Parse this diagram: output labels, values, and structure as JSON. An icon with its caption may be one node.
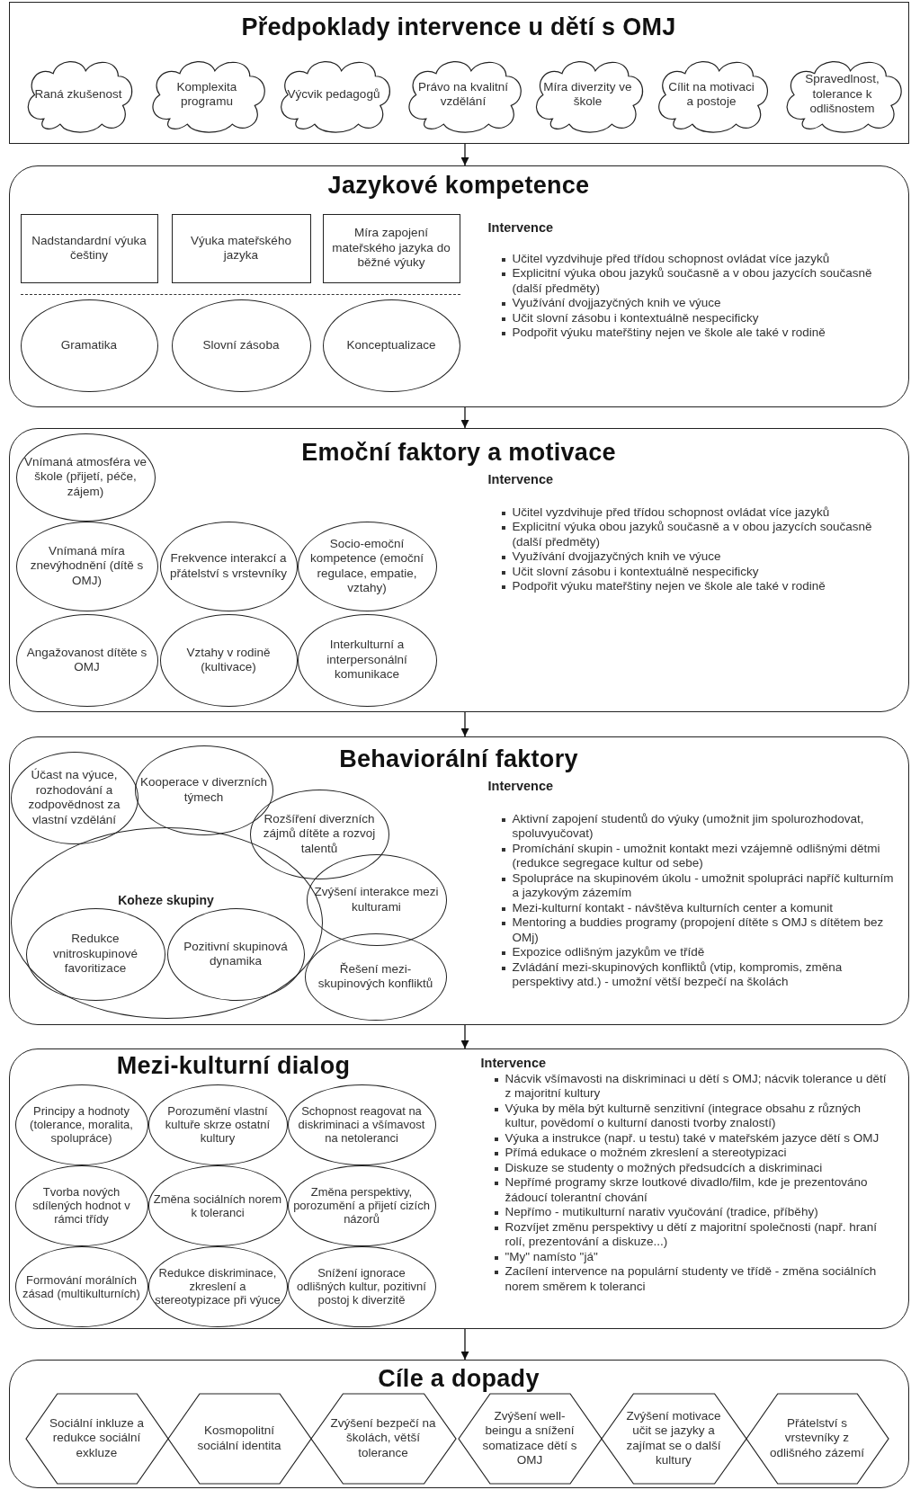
{
  "diagram": {
    "nodes": [
      {
        "text": [
          "Předpoklady intervence u dětí s OMJ"
        ]
      },
      {
        "text": [
          "Raná zkušenost"
        ],
        "in": 0
      },
      {
        "text": [
          "Komplexita programu"
        ],
        "in": 0
      },
      {
        "text": [
          "Výcvik pedagogů"
        ],
        "in": 0
      },
      {
        "text": [
          "Právo na kvalitní vzdělání"
        ],
        "in": 0
      },
      {
        "text": [
          "Míra diverzity ve škole"
        ],
        "in": 0
      },
      {
        "text": [
          "Cílit na motivaci a postoje"
        ],
        "in": 0
      },
      {
        "text": [
          "Spravedlnost, tolerance k odlišnostem"
        ],
        "in": 0
      },
      {
        "text": [
          "Jazykové kompetence",
          "Intervence",
          "Učitel vyzdvihuje před třídou schopnost ovládat více jazyků",
          "Explicitní výuka obou jazyků současně a v obou jazycích současně (další předměty)",
          "Využívání dvojjazyčných knih ve výuce",
          "Učit slovní zásobu i kontextuálně nespecificky",
          "Podpořit výuku mateřštiny nejen ve škole ale také v rodině"
        ]
      },
      {
        "text": [
          "Nadstandardní výuka češtiny"
        ],
        "in": 8
      },
      {
        "text": [
          "Výuka mateřského jazyka"
        ],
        "in": 8
      },
      {
        "text": [
          "Míra zapojení mateřského jazyka do běžné výuky"
        ],
        "in": 8
      },
      {
        "text": [
          "Gramatika"
        ],
        "in": 8
      },
      {
        "text": [
          "Slovní zásoba"
        ],
        "in": 8
      },
      {
        "text": [
          "Konceptualizace"
        ],
        "in": 8
      },
      {
        "text": [
          "Emoční faktory a motivace",
          "Intervence",
          "Učitel vyzdvihuje před třídou schopnost ovládat více jazyků",
          "Explicitní výuka obou jazyků současně a v obou jazycích současně (další předměty)",
          "Využívání dvojjazyčných knih ve výuce",
          "Učit slovní zásobu i kontextuálně nespecificky",
          "Podpořit výuku mateřštiny nejen ve škole ale také v rodině"
        ]
      },
      {
        "text": [
          "Vnímaná atmosféra ve škole (přijetí, péče, zájem)"
        ],
        "in": 15
      },
      {
        "text": [
          "Vnímaná míra znevýhodnění (dítě s OMJ)"
        ],
        "in": 15
      },
      {
        "text": [
          "Frekvence interakcí a přátelství s vrstevníky"
        ],
        "in": 15
      },
      {
        "text": [
          "Socio-emoční kompetence (emoční regulace, empatie, vztahy)"
        ],
        "in": 15
      },
      {
        "text": [
          "Angažovanost dítěte s OMJ"
        ],
        "in": 15
      },
      {
        "text": [
          "Vztahy v rodině (kultivace)"
        ],
        "in": 15
      },
      {
        "text": [
          "Interkulturní a interpersonální komunikace"
        ],
        "in": 15
      },
      {
        "text": [
          "Behaviorální faktory",
          "Intervence",
          "Aktivní zapojení studentů do výuky (umožnit jim spolurozhodovat, spoluvyučovat)",
          "Promíchání skupin - umožnit kontakt mezi vzájemně odlišnými dětmi (redukce segregace kultur od sebe)",
          "Spolupráce na skupinovém úkolu - umožnit spolupráci napříč kulturním a jazykovým zázemím",
          "Mezi-kulturní kontakt - návštěva kulturních center a komunit",
          "Mentoring a buddies programy (propojení dítěte s OMJ s dítětem bez OMj)",
          "Expozice odlišným jazykům ve třídě",
          "Zvládání mezi-skupinových konfliktů (vtip, kompromis, změna perspektivy atd.) - umožní větší bezpečí na školách"
        ]
      },
      {
        "text": [
          "Účast na výuce, rozhodování a zodpovědnost za vlastní vzdělání"
        ],
        "in": 23
      },
      {
        "text": [
          "Kooperace v diverzních týmech"
        ],
        "in": 23
      },
      {
        "text": [
          "Rozšíření diverzních zájmů dítěte a rozvoj talentů"
        ],
        "in": 23
      },
      {
        "text": [
          "Koheze skupiny"
        ],
        "in": 23
      },
      {
        "text": [
          "Redukce vnitroskupinové favoritizace"
        ],
        "in": 27
      },
      {
        "text": [
          "Pozitivní skupinová dynamika"
        ],
        "in": 27
      },
      {
        "text": [
          "Zvýšení interakce mezi kulturami"
        ],
        "in": 23
      },
      {
        "text": [
          "Řešení mezi-skupinových konfliktů"
        ],
        "in": 23
      },
      {
        "text": [
          "Mezi-kulturní dialog",
          "Intervence",
          "Nácvik všímavosti na diskriminaci u dětí s OMJ; nácvik tolerance u dětí z majoritní kultury",
          "Výuka by měla být kulturně senzitivní (integrace obsahu z různých kultur, povědomí o kulturní danosti tvorby znalostí)",
          "Výuka a instrukce (např. u testu) také v mateřském jazyce dětí s OMJ",
          "Přímá edukace o možném zkreslení a stereotypizaci",
          "Diskuze se studenty o možných předsudcích a diskriminaci",
          "Nepřímé programy skrze loutkové divadlo/film, kde je prezentováno žádoucí tolerantní chování",
          "Nepřímo - mutikulturní narativ vyučování (tradice, příběhy)",
          "Rozvíjet změnu perspektivy u dětí z majoritní společnosti (např. hraní rolí, prezentování a diskuze...)",
          "\"My\" namísto \"já\"",
          "Zacílení intervence na populární studenty ve třídě - změna sociálních norem směrem k toleranci"
        ]
      },
      {
        "text": [
          "Principy a hodnoty (tolerance, moralita, spolupráce)"
        ],
        "in": 32
      },
      {
        "text": [
          "Porozumění vlastní kultuře skrze ostatní kultury"
        ],
        "in": 32
      },
      {
        "text": [
          "Schopnost reagovat na diskriminaci a všímavost na netoleranci"
        ],
        "in": 32
      },
      {
        "text": [
          "Tvorba nových sdílených hodnot v rámci třídy"
        ],
        "in": 32
      },
      {
        "text": [
          "Změna sociálních norem k toleranci"
        ],
        "in": 32
      },
      {
        "text": [
          "Změna perspektivy, porozumění a přijetí cizích názorů"
        ],
        "in": 32
      },
      {
        "text": [
          "Formování morálních zásad (multikulturních)"
        ],
        "in": 32
      },
      {
        "text": [
          "Redukce diskriminace, zkreslení a stereotypizace při výuce"
        ],
        "in": 32
      },
      {
        "text": [
          "Snížení ignorace odlišných kultur, pozitivní postoj k diverzitě"
        ],
        "in": 32
      },
      {
        "text": [
          "Cíle a dopady"
        ]
      },
      {
        "text": [
          "Sociální inkluze a redukce sociální exkluze"
        ],
        "in": 42
      },
      {
        "text": [
          "Kosmopolitní sociální identita"
        ],
        "in": 42
      },
      {
        "text": [
          "Zvýšení bezpečí na školách, větší tolerance"
        ],
        "in": 42
      },
      {
        "text": [
          "Zvýšení well-beingu a snížení somatizace dětí s OMJ"
        ],
        "in": 42
      },
      {
        "text": [
          "Zvýšení motivace učit se jazyky a zajímat se o další kultury"
        ],
        "in": 42
      },
      {
        "text": [
          "Přátelství s vrstevníky z odlišného zázemí"
        ],
        "in": 42
      }
    ],
    "edges": [
      {
        "from": 0,
        "to": 8,
        "arrow": "to"
      },
      {
        "from": 8,
        "to": 15,
        "arrow": "to"
      },
      {
        "from": 15,
        "to": 23,
        "arrow": "to"
      },
      {
        "from": 23,
        "to": 32,
        "arrow": "to"
      },
      {
        "from": 32,
        "to": 42,
        "arrow": "to"
      }
    ]
  }
}
